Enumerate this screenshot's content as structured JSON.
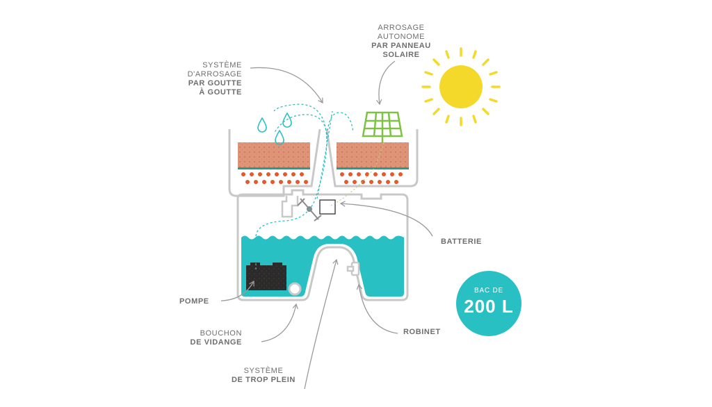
{
  "labels": {
    "drip": {
      "line1": "SYSTÈME",
      "line2": "D'ARROSAGE",
      "line3": "PAR GOUTTE",
      "line4": "À GOUTTE"
    },
    "solar": {
      "line1": "ARROSAGE",
      "line2": "AUTONOME",
      "line3": "PAR PANNEAU",
      "line4": "SOLAIRE"
    },
    "battery": "BATTERIE",
    "pump": "POMPE",
    "drain": {
      "line1": "BOUCHON",
      "line2": "DE VIDANGE"
    },
    "overflow": {
      "line1": "SYSTÈME",
      "line2": "DE TROP PLEIN"
    },
    "tap": "ROBINET"
  },
  "badge": {
    "line1": "BAC DE",
    "line2": "200 L",
    "color": "#29c0c4"
  },
  "colors": {
    "outline": "#c8c8c8",
    "water": "#29c0c4",
    "soil": "#e09477",
    "clay_balls": "#e8572a",
    "felt": "#2a9a8a",
    "sun": "#f5d92a",
    "solar_panel": "#7dc242",
    "pump": "#2b2b2b",
    "arrow": "#9a9a9a"
  },
  "icons": [
    "sun-icon",
    "solar-panel-icon",
    "water-drop-icon",
    "pump-icon",
    "battery-icon"
  ]
}
